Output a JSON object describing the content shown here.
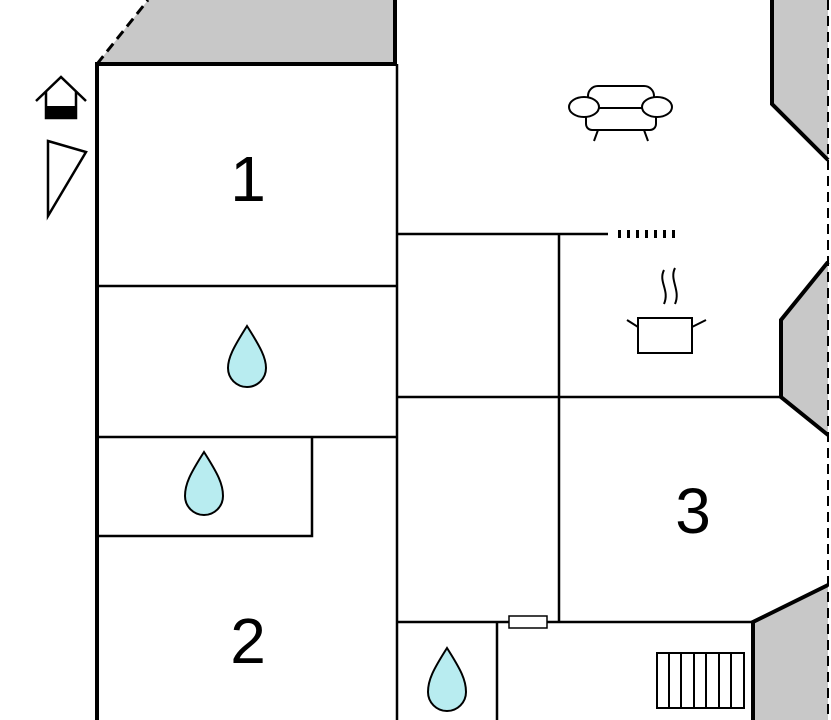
{
  "floor_plan": {
    "colors": {
      "wall": "#000000",
      "shaded_area": "#c8c8c8",
      "water_drop": "#b8ecf0",
      "background": "#ffffff"
    },
    "rooms": [
      {
        "label": "1",
        "kind": "bedroom"
      },
      {
        "label": "",
        "kind": "bathroom"
      },
      {
        "label": "",
        "kind": "bathroom"
      },
      {
        "label": "2",
        "kind": "bedroom"
      },
      {
        "label": "3",
        "kind": "bedroom"
      },
      {
        "label": "",
        "kind": "living-room"
      },
      {
        "label": "",
        "kind": "kitchen"
      },
      {
        "label": "",
        "kind": "bathroom"
      }
    ],
    "icons": [
      "house-icon",
      "compass-icon",
      "sofa-icon",
      "cooking-pot-icon",
      "water-drop-icon",
      "water-drop-icon",
      "water-drop-icon",
      "stairs-icon",
      "radiator-icon"
    ]
  }
}
